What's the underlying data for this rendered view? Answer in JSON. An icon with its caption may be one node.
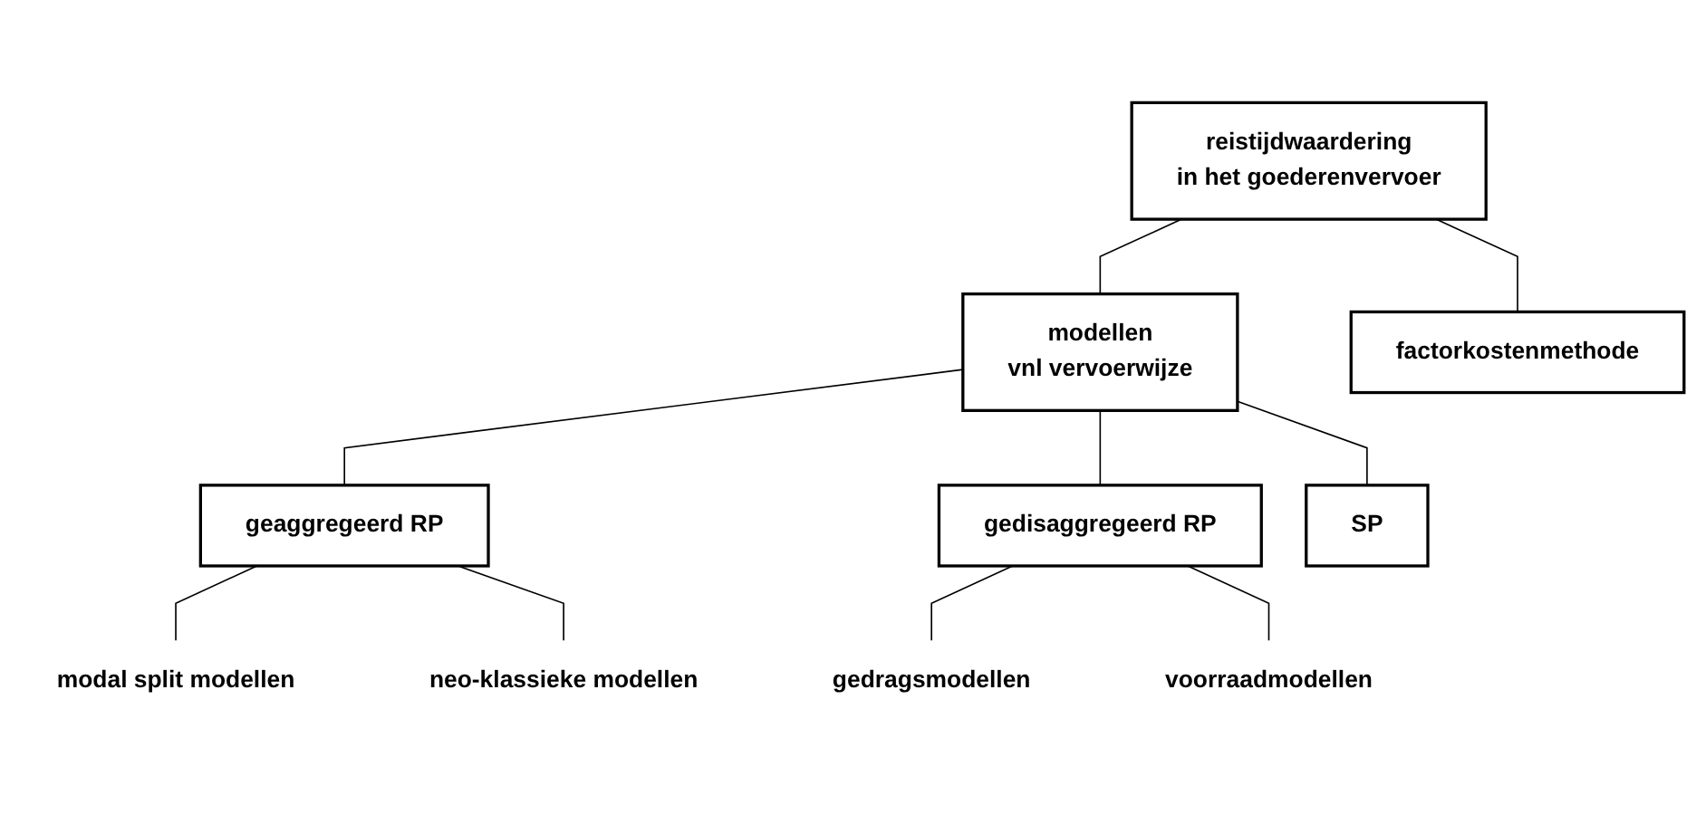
{
  "diagram": {
    "nodes": [
      {
        "text": [
          "reistijdwaardering",
          "in het goederenvervoer"
        ]
      },
      {
        "text": [
          "factorkostenmethode"
        ]
      },
      {
        "text": [
          "modellen",
          "vnl vervoerwijze"
        ]
      },
      {
        "text": [
          "geaggregeerd RP"
        ]
      },
      {
        "text": [
          "gedisaggregeerd RP"
        ]
      },
      {
        "text": [
          "SP"
        ]
      },
      {
        "text": [
          "modal split modellen"
        ]
      },
      {
        "text": [
          "neo-klassieke modellen"
        ]
      },
      {
        "text": [
          "gedragsmodellen"
        ]
      },
      {
        "text": [
          "voorraadmodellen"
        ]
      }
    ],
    "edges": [
      {
        "from": 0,
        "to": 1,
        "arrow": "none"
      },
      {
        "from": 0,
        "to": 2,
        "arrow": "none"
      },
      {
        "from": 2,
        "to": 3,
        "arrow": "none"
      },
      {
        "from": 2,
        "to": 4,
        "arrow": "none"
      },
      {
        "from": 2,
        "to": 5,
        "arrow": "none"
      },
      {
        "from": 3,
        "to": 6,
        "arrow": "none"
      },
      {
        "from": 3,
        "to": 7,
        "arrow": "none"
      },
      {
        "from": 4,
        "to": 8,
        "arrow": "none"
      },
      {
        "from": 4,
        "to": 9,
        "arrow": "none"
      }
    ]
  }
}
